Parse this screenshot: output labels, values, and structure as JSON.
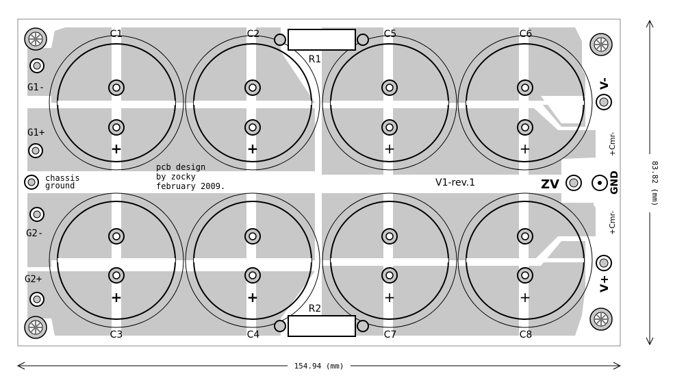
{
  "board": {
    "capacitors": [
      "C1",
      "C2",
      "C5",
      "C6",
      "C3",
      "C4",
      "C7",
      "C8"
    ],
    "resistors": [
      "R1",
      "R2"
    ],
    "left_labels": [
      "G1-",
      "G1+",
      "G2-",
      "G2+"
    ],
    "chassis_lines": [
      "chassis",
      "ground"
    ],
    "credit_lines": [
      "pcb design",
      "by zocky",
      "february 2009."
    ],
    "version": "V1-rev.1",
    "zv_label": "ZV",
    "gnd_label": "GND",
    "right_labels": [
      "V-",
      "+Cmr-",
      "+Cmr-",
      "V+"
    ],
    "plus_sign": "+"
  },
  "dimensions": {
    "width_label": "154.94 (mm)",
    "height_label": "83.82 (mm)"
  },
  "colors": {
    "copper": "#c8c8c8",
    "outline": "#000000",
    "background": "#ffffff"
  },
  "icons": [
    "mounting-hole-icon",
    "pad-icon",
    "capacitor-outline-icon",
    "resistor-outline-icon",
    "dimension-arrow-icon"
  ]
}
